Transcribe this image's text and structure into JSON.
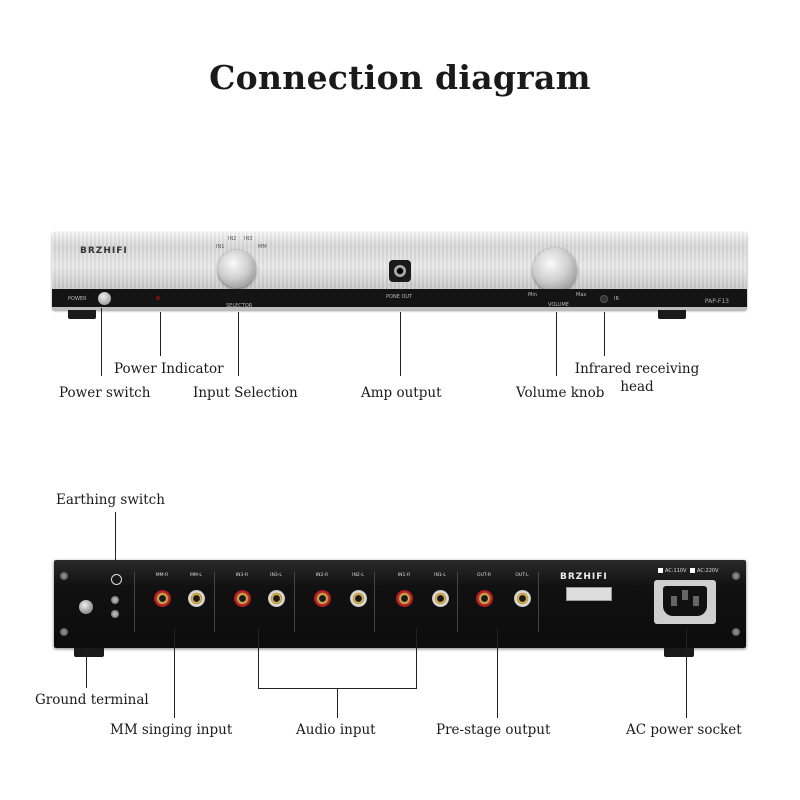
{
  "title": "Connection diagram",
  "front_panel": {
    "brand": "BRZHIFI",
    "model": "PAP-F13",
    "power_text": "POWER",
    "selector_text": "SELECTOR",
    "pone_out_text": "PONE OUT",
    "volume_text": "VOLUME",
    "min_text": "Min",
    "max_text": "Max",
    "ir_text": "IR",
    "sel_in1": "IN1",
    "sel_in2": "IN2",
    "sel_in3": "IN3",
    "sel_mm": "MM"
  },
  "front_labels": {
    "power_indicator": "Power Indicator",
    "power_switch": "Power switch",
    "input_selection": "Input Selection",
    "amp_output": "Amp output",
    "volume_knob": "Volume knob",
    "infrared_line1": "Infrared receiving",
    "infrared_line2": "head"
  },
  "rear_panel": {
    "brand": "BRZHIFI",
    "ac_110": "AC:110V",
    "ac_220": "AC:220V",
    "rca": [
      {
        "label": "MM-R",
        "color": "red"
      },
      {
        "label": "MM-L",
        "color": "white"
      },
      {
        "label": "IN3-R",
        "color": "red"
      },
      {
        "label": "IN3-L",
        "color": "white"
      },
      {
        "label": "IN2-R",
        "color": "red"
      },
      {
        "label": "IN2-L",
        "color": "white"
      },
      {
        "label": "IN1-R",
        "color": "red"
      },
      {
        "label": "IN1-L",
        "color": "white"
      },
      {
        "label": "OUT-R",
        "color": "red"
      },
      {
        "label": "OUT-L",
        "color": "white"
      }
    ]
  },
  "rear_labels": {
    "earthing_switch": "Earthing switch",
    "ground_terminal": "Ground terminal",
    "mm_input": "MM singing input",
    "audio_input": "Audio input",
    "pre_stage_output": "Pre-stage output",
    "ac_power_socket": "AC power socket"
  },
  "colors": {
    "rca_red": "#c0202a",
    "rca_white": "#e5e5e5",
    "panel_silver": "#d6d6d6",
    "panel_black": "#111111"
  }
}
